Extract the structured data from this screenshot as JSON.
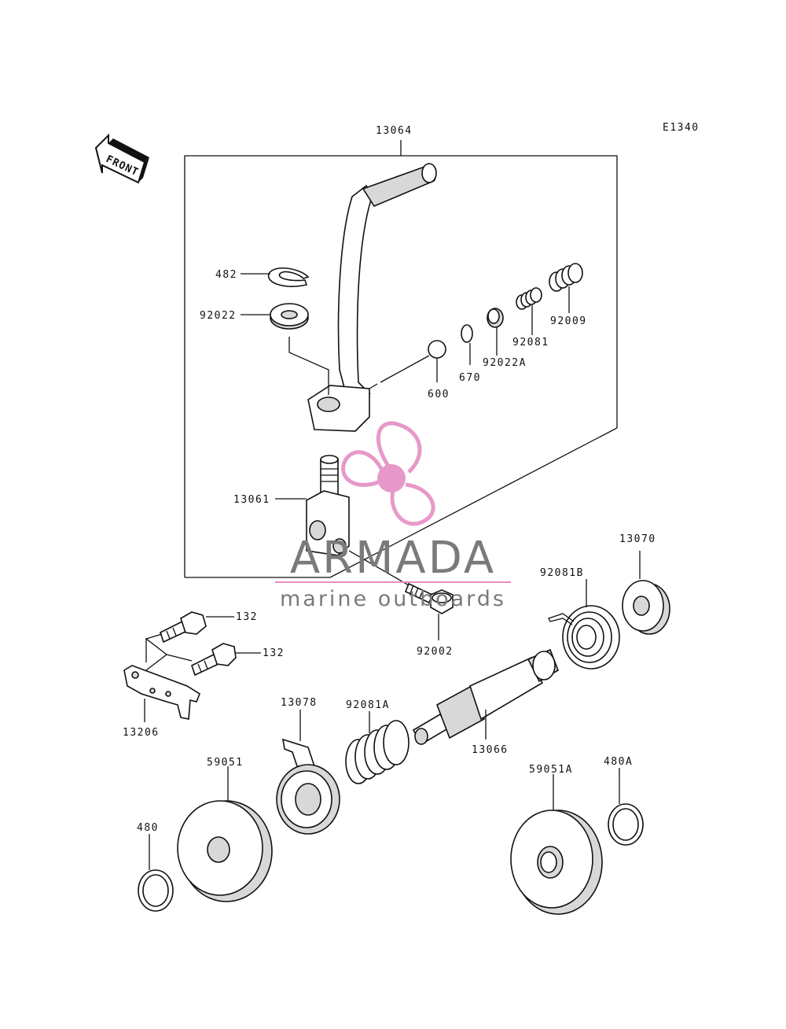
{
  "diagram": {
    "ref_code": "E1340",
    "front_label": "FRONT",
    "parts": {
      "p13064": "13064",
      "p482": "482",
      "p92022": "92022",
      "p92009": "92009",
      "p92081": "92081",
      "p92022A": "92022A",
      "p670": "670",
      "p600": "600",
      "p13061": "13061",
      "p13070": "13070",
      "p92081B": "92081B",
      "p132a": "132",
      "p132b": "132",
      "p92002": "92002",
      "p13206": "13206",
      "p13078": "13078",
      "p92081A": "92081A",
      "p13066": "13066",
      "p59051": "59051",
      "p59051A": "59051A",
      "p480A": "480A",
      "p480": "480"
    }
  },
  "watermark": {
    "brand": "ARMADA",
    "tagline": "marine outboards",
    "colors": {
      "pink": "#e48fc4",
      "text": "#7a7a7a"
    }
  }
}
